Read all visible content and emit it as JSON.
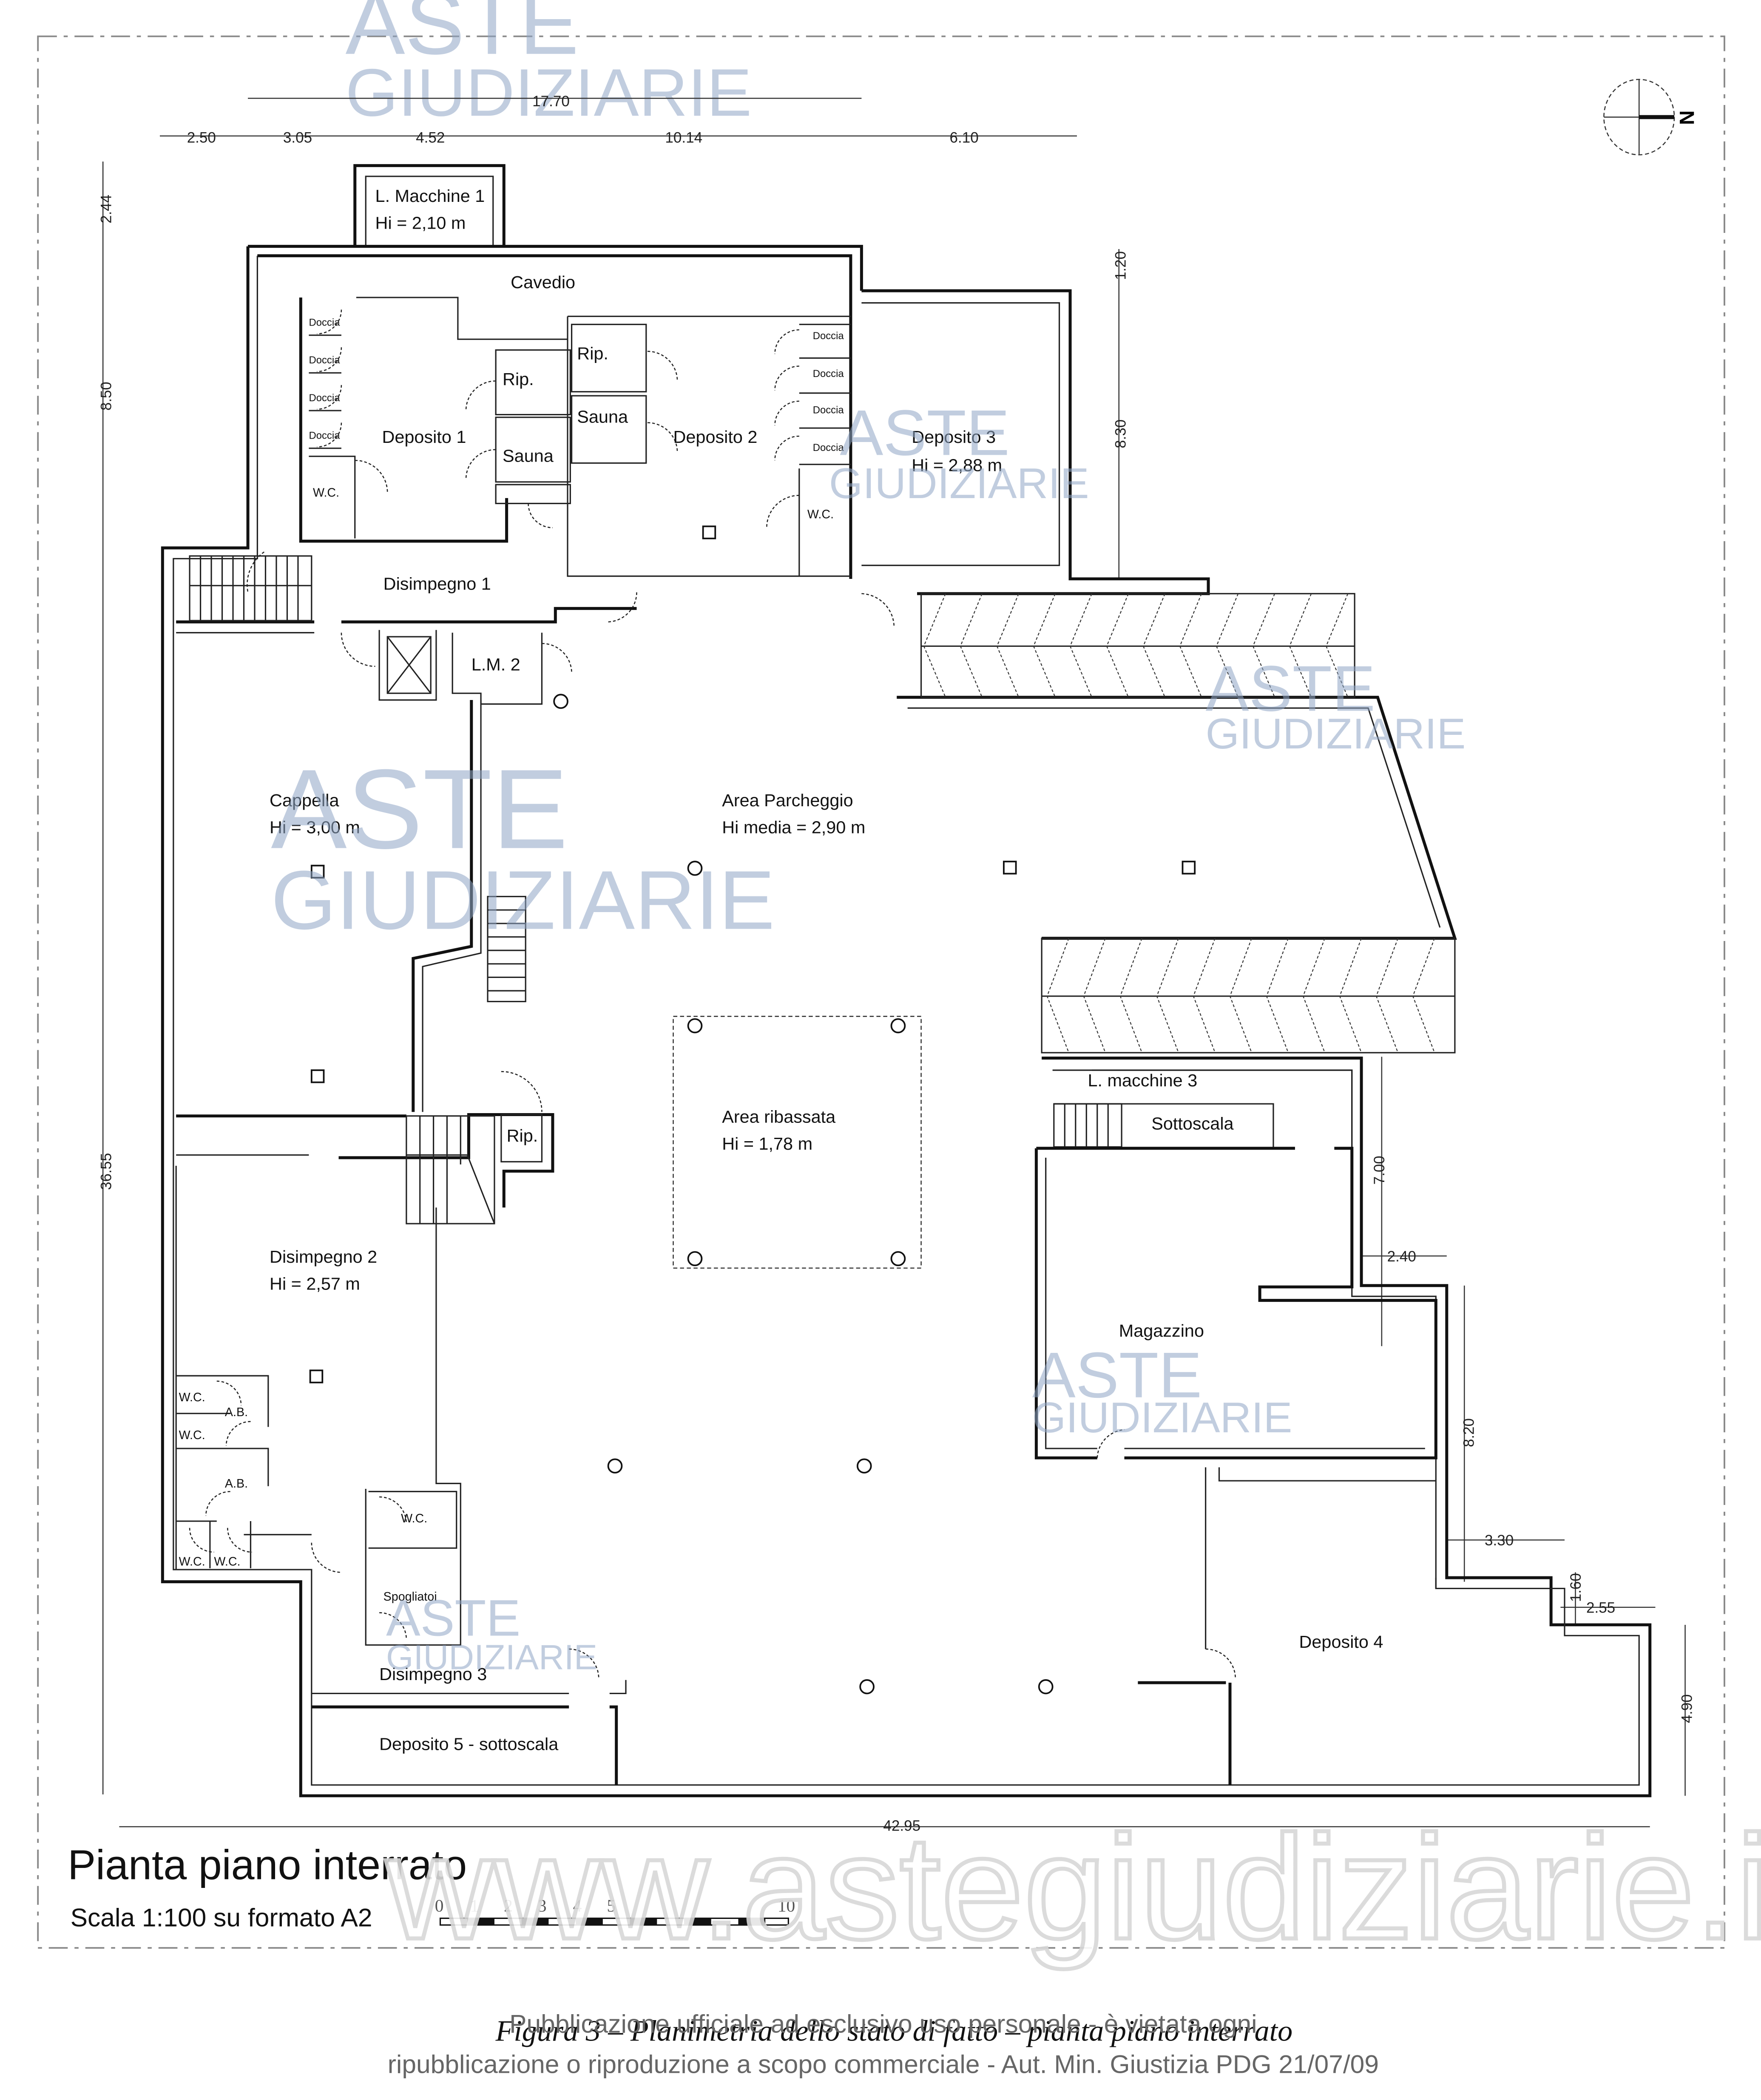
{
  "drawing": {
    "title": "Pianta piano interrato",
    "scale_label": "Scala 1:100 su formato A2",
    "scale_bar_ticks": [
      "0",
      "1",
      "2",
      "3",
      "4",
      "5",
      "10"
    ],
    "north_label": "N"
  },
  "dimensions": {
    "top_total": "17.70",
    "top_segments": [
      "2.50",
      "3.05",
      "4.52",
      "10.14",
      "6.10"
    ],
    "left": [
      "2.44",
      "8.50",
      "36.55"
    ],
    "right": [
      "1.20",
      "8.30",
      "7.00",
      "2.40",
      "8.20",
      "3.30",
      "1.60",
      "2.55",
      "4.90"
    ],
    "bottom_total": "42.95"
  },
  "rooms": {
    "l_macchine_1": {
      "name": "L. Macchine 1",
      "height": "Hi = 2,10 m"
    },
    "cavedio": {
      "name": "Cavedio"
    },
    "deposito_1": {
      "name": "Deposito 1"
    },
    "deposito_2": {
      "name": "Deposito 2"
    },
    "deposito_3": {
      "name": "Deposito 3",
      "height": "Hi = 2,88 m"
    },
    "doccia": "Doccia",
    "rip": "Rip.",
    "sauna": "Sauna",
    "wc": "W.C.",
    "ab": "A.B.",
    "disimpegno_1": {
      "name": "Disimpegno 1"
    },
    "lm_2": {
      "name": "L.M. 2"
    },
    "cappella": {
      "name": "Cappella",
      "height": "Hi = 3,00 m"
    },
    "area_parcheggio": {
      "name": "Area Parcheggio",
      "height": "Hi media = 2,90 m"
    },
    "area_ribassata": {
      "name": "Area ribassata",
      "height": "Hi = 1,78 m"
    },
    "l_macchine_3": {
      "name": "L. macchine 3"
    },
    "sottoscala": {
      "name": "Sottoscala"
    },
    "magazzino": {
      "name": "Magazzino"
    },
    "disimpegno_2": {
      "name": "Disimpegno 2",
      "height": "Hi = 2,57 m"
    },
    "spogliatoi": {
      "name": "Spogliatoi"
    },
    "disimpegno_3": {
      "name": "Disimpegno 3"
    },
    "deposito_4": {
      "name": "Deposito 4"
    },
    "deposito_5": {
      "name": "Deposito 5 - sottoscala"
    }
  },
  "watermarks": {
    "logo_line1": "ASTE",
    "logo_line2": "GIUDIZIARIE",
    "url": "www.astegiudiziarie.it"
  },
  "caption": {
    "figure": "Figura 3 – Planimetria dello stato di fatto – pianta piano interrato",
    "notice_line1": "Pubblicazione ufficiale ad esclusivo uso personale - è vietata ogni",
    "notice_line2": "ripubblicazione o riproduzione a scopo commerciale - Aut. Min. Giustizia PDG 21/07/09"
  }
}
